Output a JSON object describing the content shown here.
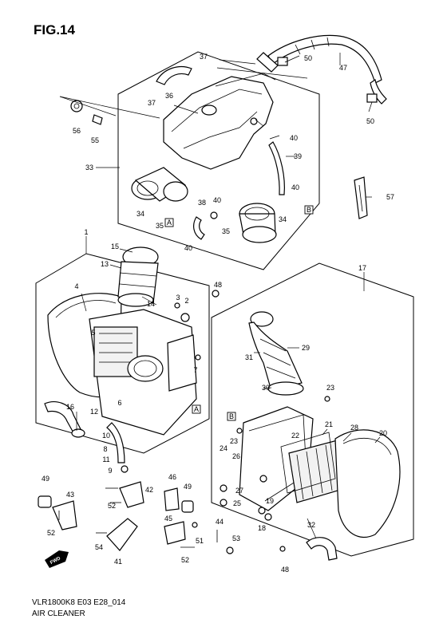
{
  "figure": {
    "title": "FIG.14",
    "code": "VLR1800K8 E03 E28_014",
    "name": "AIR CLEANER",
    "forward_marker": "FWD"
  },
  "references": {
    "a": "A",
    "b": "B"
  },
  "parts": {
    "p1": "1",
    "p2": "2",
    "p3": "3",
    "p4": "4",
    "p5": "5",
    "p6": "6",
    "p7": "7",
    "p8": "8",
    "p9": "9",
    "p10": "10",
    "p11": "11",
    "p12": "12",
    "p13": "13",
    "p14": "14",
    "p15": "15",
    "p16": "16",
    "p17": "17",
    "p18": "18",
    "p19": "19",
    "p20": "20",
    "p21": "21",
    "p22": "22",
    "p23a": "23",
    "p23b": "23",
    "p24": "24",
    "p25": "25",
    "p26": "26",
    "p27": "27",
    "p28": "28",
    "p29": "29",
    "p30": "30",
    "p31": "31",
    "p32": "32",
    "p33": "33",
    "p34a": "34",
    "p34b": "34",
    "p35a": "35",
    "p35b": "35",
    "p36": "36",
    "p37a": "37",
    "p37b": "37",
    "p38": "38",
    "p39": "39",
    "p40a": "40",
    "p40b": "40",
    "p40c": "40",
    "p40d": "40",
    "p41": "41",
    "p42": "42",
    "p43": "43",
    "p44": "44",
    "p45": "45",
    "p46": "46",
    "p47": "47",
    "p48a": "48",
    "p48b": "48",
    "p49a": "49",
    "p49b": "49",
    "p50a": "50",
    "p50b": "50",
    "p51": "51",
    "p52a": "52",
    "p52b": "52",
    "p52c": "52",
    "p53": "53",
    "p54": "54",
    "p55": "55",
    "p56": "56",
    "p57": "57"
  }
}
